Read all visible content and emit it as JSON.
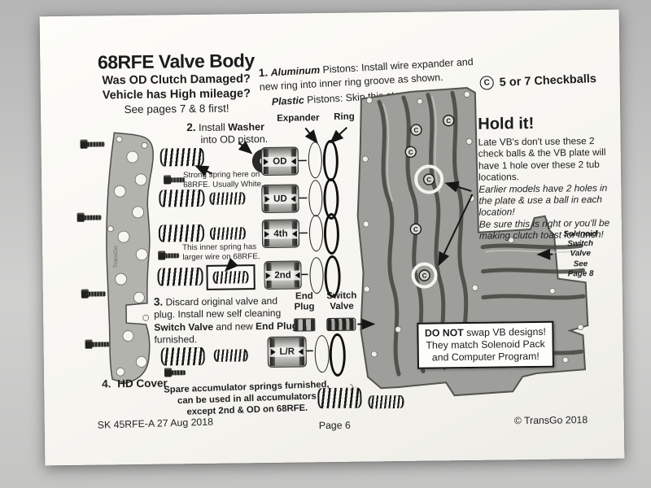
{
  "colors": {
    "paper": "#fbfaf6",
    "background": "#c6c6c5",
    "ink": "#1c1c1c",
    "casting_gray": "#9e9e9a"
  },
  "header": {
    "title": "68RFE Valve Body",
    "question1": "Was OD Clutch Damaged?",
    "question2": "Vehicle has High mileage?",
    "question3": "See pages 7 & 8 first!"
  },
  "steps": {
    "s1": {
      "num": "1.",
      "metal": "Aluminum",
      "metal_rest": " Pistons: Install wire expander and new ring into inner ring groove as shown.",
      "plastic": "Plastic",
      "plastic_rest": " Pistons: Skip this step."
    },
    "s2": {
      "num": "2.",
      "pre": "Install ",
      "bold": "Washer",
      "line2": "into OD piston."
    },
    "s3": {
      "num": "3.",
      "t1": "Discard original valve and plug.  Install new self cleaning ",
      "b1": "Switch Valve",
      "t2": " and new ",
      "b2": "End Plug",
      "t3": " furnished."
    },
    "s4": {
      "num": "4.",
      "label": "HD Cover"
    }
  },
  "checkballs": {
    "symbol": "C",
    "label": "5 or 7 Checkballs"
  },
  "piston_labels": [
    "OD",
    "UD",
    "4th",
    "2nd",
    "L/R"
  ],
  "part_labels": {
    "expander": "Expander",
    "ring": "Ring",
    "end_plug": "End\nPlug",
    "switch_valve": "Switch\nValve"
  },
  "notes": {
    "strong_spring": "Strong spring here on\n68RFE. Usually White.",
    "inner_spring": "This inner spring has\nlarger wire on 68RFE.",
    "accumulator": "Spare accumulator springs furnished,\ncan be used in all accumulators\nexcept 2nd & OD on 68RFE.",
    "solenoid": "Solenoid\nSwitch\nValve\nSee\nPage 8"
  },
  "hold_it": {
    "title": "Hold it!",
    "p1": "Late VB's don't use these 2 check balls & the VB plate will have 1 hole over these 2 tub locations.",
    "p2": "Earlier models have 2 holes in the plate & use a ball in each location!",
    "p3": "Be sure this is right or you'll be making clutch toast for lunch!"
  },
  "warning": {
    "bold": "DO NOT",
    "rest": " swap VB designs! They match Solenoid Pack and Computer Program!"
  },
  "plate": {
    "brand": "TransGo"
  },
  "footer": {
    "doc_id": "SK 45RFE-A  27 Aug 2018",
    "page": "Page 6",
    "copyright": "© TransGo 2018"
  }
}
